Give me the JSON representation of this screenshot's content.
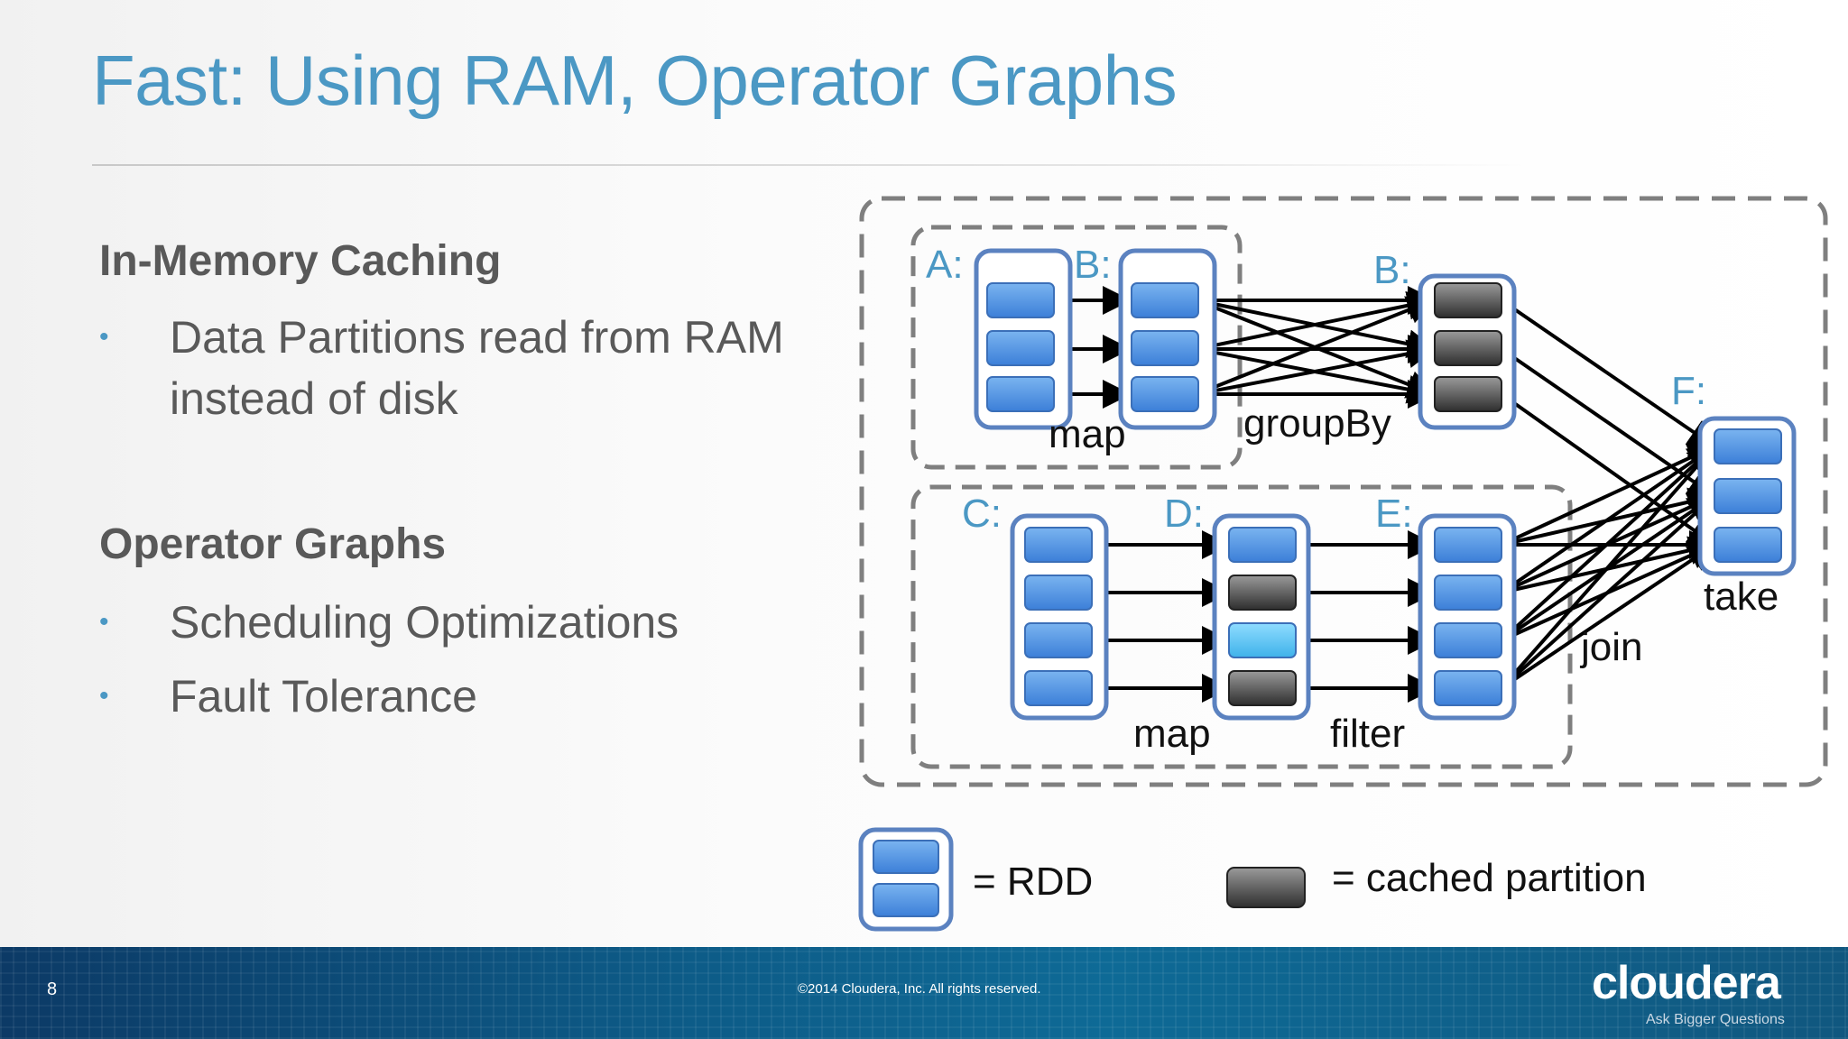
{
  "title": "Fast: Using RAM, Operator Graphs",
  "sections": [
    {
      "heading": "In-Memory Caching",
      "bullets": [
        "Data Partitions read from RAM instead of disk"
      ]
    },
    {
      "heading": "Operator Graphs",
      "bullets": [
        "Scheduling Optimizations",
        "Fault Tolerance"
      ]
    }
  ],
  "bullet_char": "•",
  "diagram": {
    "rdd_labels": {
      "A": "A:",
      "B1": "B:",
      "B2": "B:",
      "C": "C:",
      "D": "D:",
      "E": "E:",
      "F": "F:"
    },
    "op_labels": {
      "map1": "map",
      "groupBy": "groupBy",
      "map2": "map",
      "filter": "filter",
      "join": "join",
      "take": "take"
    },
    "legend": {
      "rdd": "= RDD",
      "cached": "= cached partition"
    }
  },
  "colors": {
    "title": "#4b98c4",
    "rdd_border": "#4f7fbf",
    "partition_blue": "#4f8fdc",
    "partition_cyan": "#5cc0f0",
    "partition_cached": "#555555",
    "stage_border": "#7f7f7f"
  },
  "footer": {
    "page_number": "8",
    "copyright": "©2014 Cloudera, Inc. All rights reserved.",
    "logo": "cloudera",
    "tagline": "Ask Bigger Questions"
  }
}
